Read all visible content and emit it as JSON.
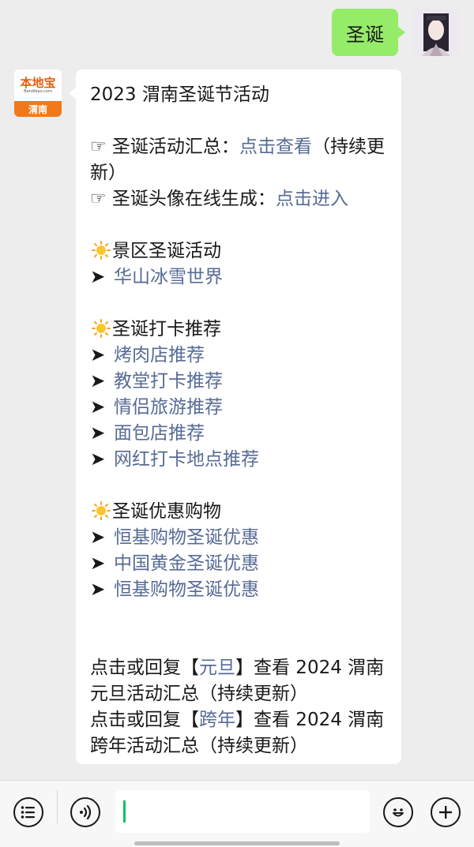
{
  "outgoing": {
    "text": "圣诞"
  },
  "incoming": {
    "logo_text": "本地宝",
    "logo_domain": "Bendibao.com",
    "logo_city": "渭南",
    "title": "2023 渭南圣诞节活动",
    "summary_prefix": "☞ 圣诞活动汇总：",
    "summary_link": "点击查看",
    "summary_suffix": "（持续更新）",
    "avatar_prefix": "☞ 圣诞头像在线生成：",
    "avatar_link": "点击进入",
    "section1_title": "景区圣诞活动",
    "section1_items": [
      "华山冰雪世界"
    ],
    "section2_title": "圣诞打卡推荐",
    "section2_items": [
      "烤肉店推荐",
      "教堂打卡推荐",
      "情侣旅游推荐",
      "面包店推荐",
      "网红打卡地点推荐"
    ],
    "section3_title": "圣诞优惠购物",
    "section3_items": [
      "恒基购物圣诞优惠",
      "中国黄金圣诞优惠",
      "恒基购物圣诞优惠"
    ],
    "reply1_prefix": "点击或回复【",
    "reply1_link": "元旦",
    "reply1_suffix": "】查看 2024 渭南元旦活动汇总（持续更新）",
    "reply2_prefix": "点击或回复【",
    "reply2_link": "跨年",
    "reply2_suffix": "】查看 2024 渭南跨年活动汇总（持续更新）",
    "arrow": "➤"
  },
  "input": {
    "value": ""
  },
  "colors": {
    "link": "#576b95",
    "outgoing_bubble": "#95ec69",
    "background": "#ededed",
    "cursor": "#07c160"
  }
}
